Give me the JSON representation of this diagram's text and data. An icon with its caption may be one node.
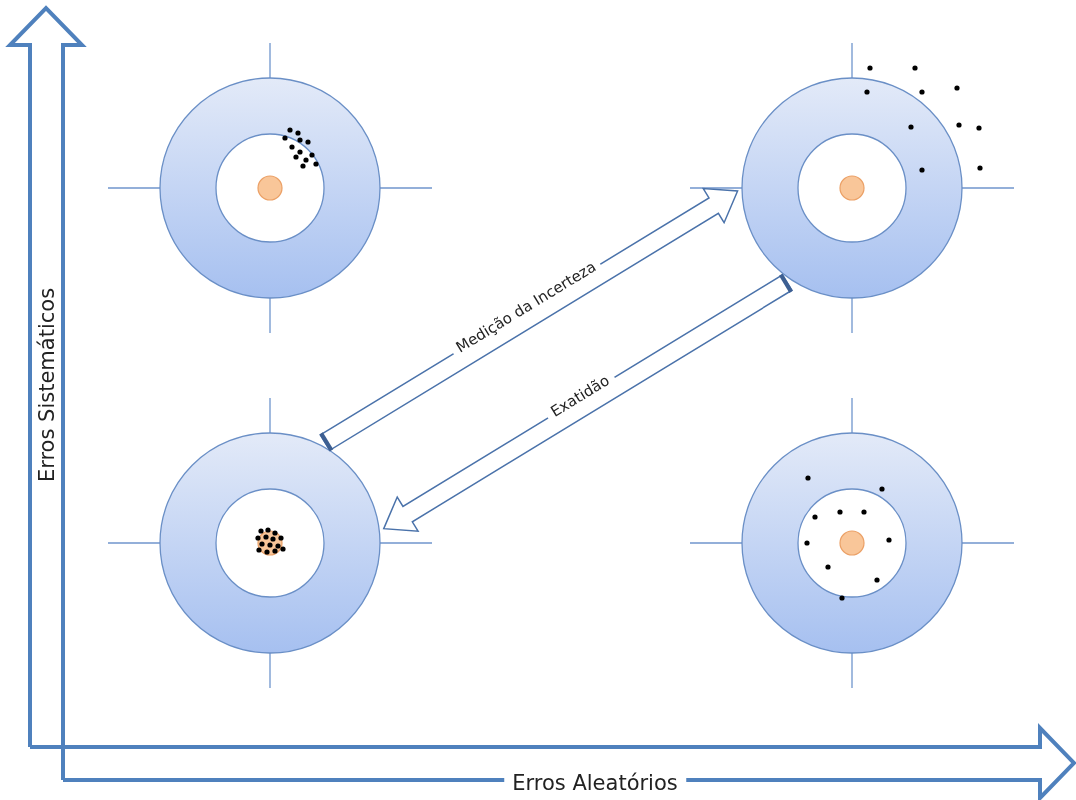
{
  "diagram": {
    "nodes": [
      {
        "text": [],
        "shape": "circle"
      },
      {
        "text": [],
        "shape": "circle"
      },
      {
        "text": [],
        "shape": "circle"
      },
      {
        "text": [],
        "shape": "circle"
      }
    ],
    "edges": [
      {
        "from": 2,
        "to": 1,
        "arrow": "to",
        "label": "Medição da Incerteza"
      },
      {
        "from": 1,
        "to": 2,
        "arrow": "to",
        "label": "Exatidão"
      }
    ],
    "labels": [
      "Erros Sistemáticos",
      "Erros Aleatórios"
    ]
  }
}
